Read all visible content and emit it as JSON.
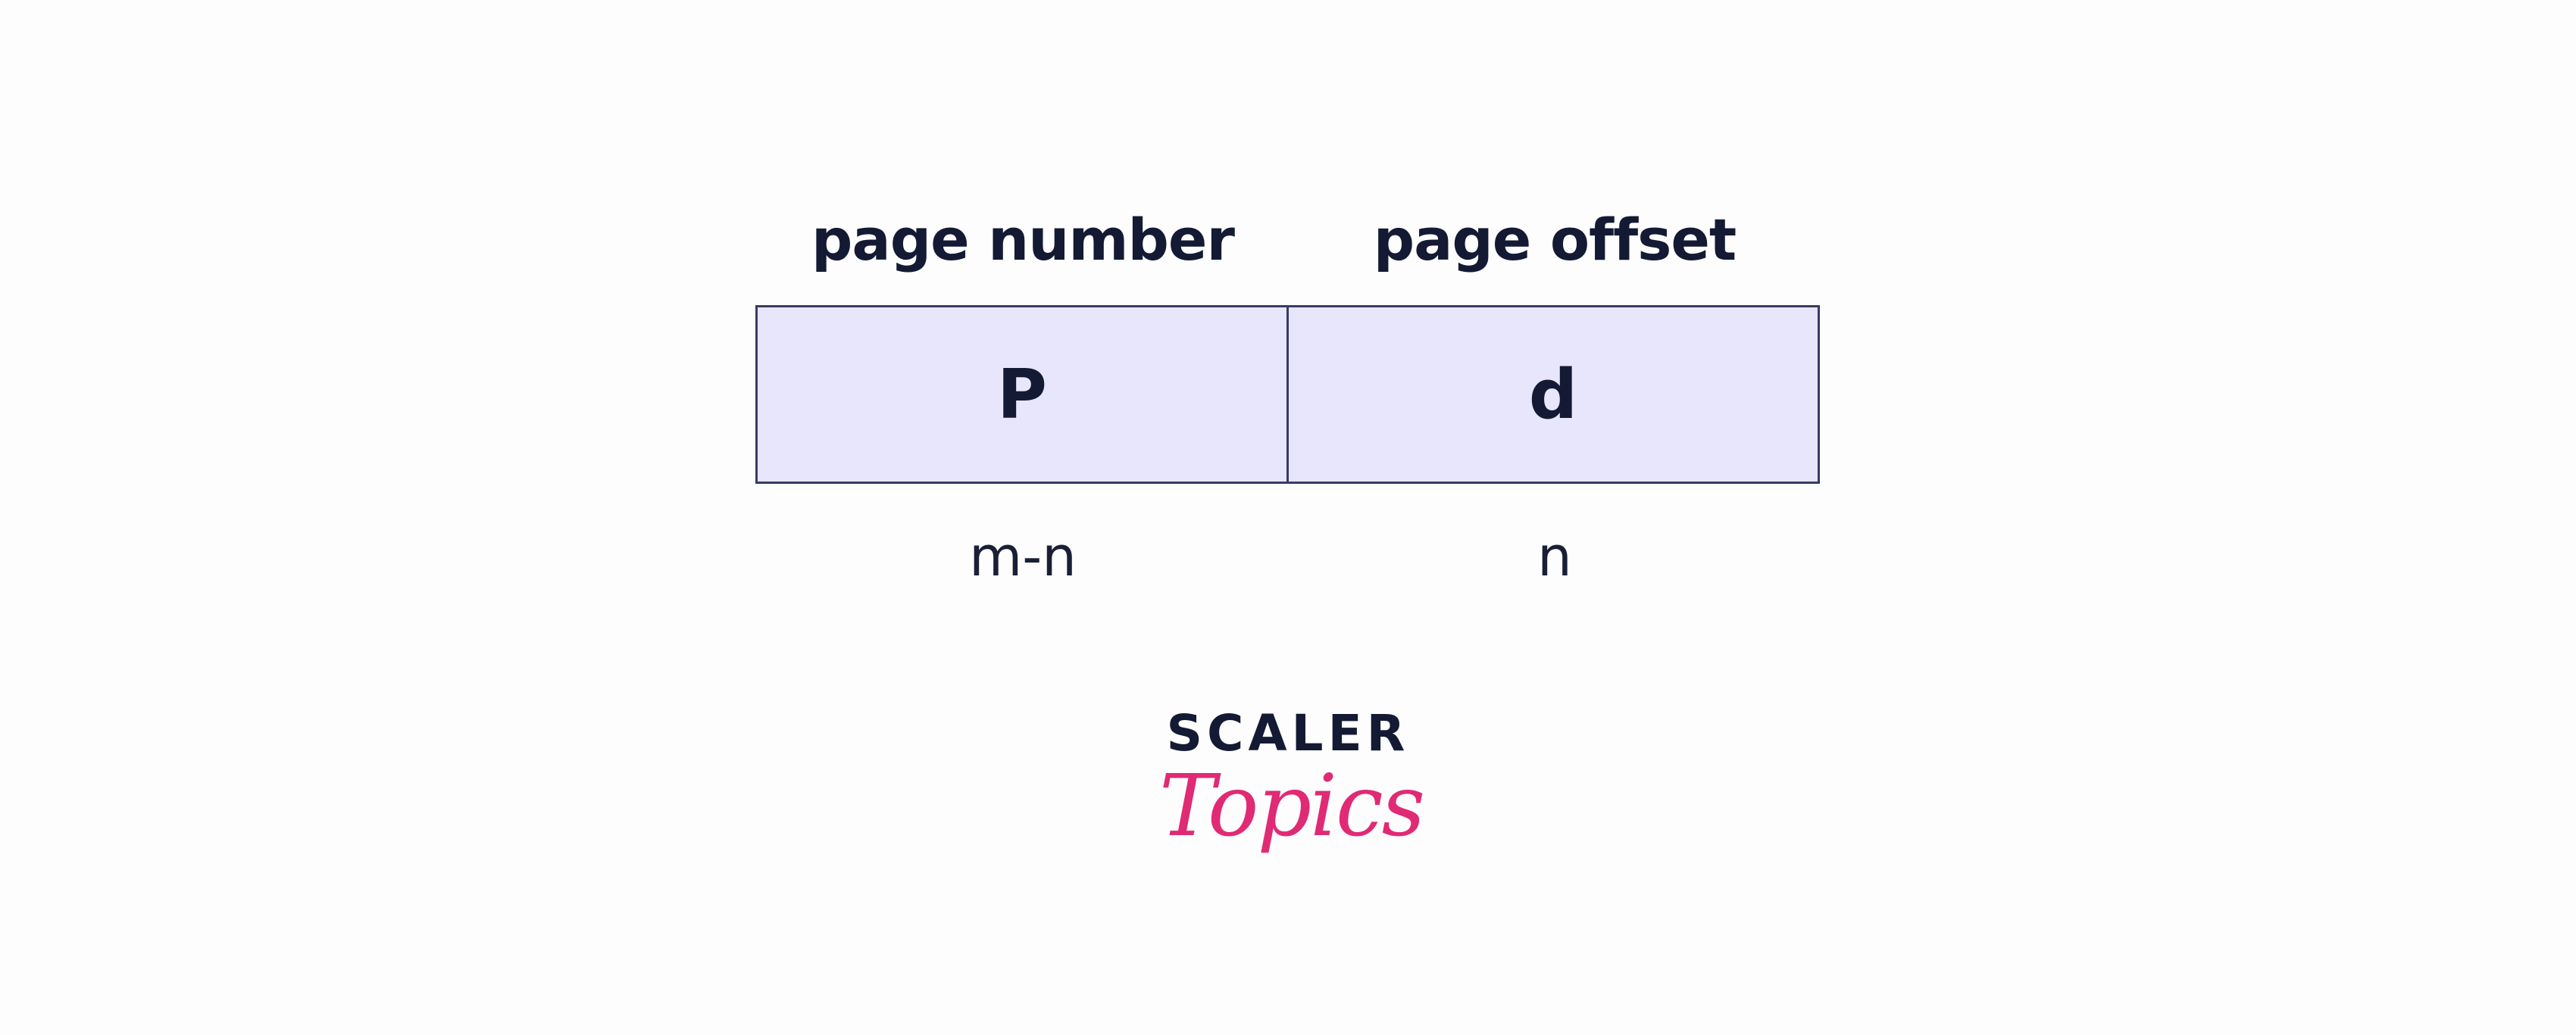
{
  "diagram": {
    "fields": [
      {
        "header": "page number",
        "symbol": "P",
        "bits": "m-n"
      },
      {
        "header": "page offset",
        "symbol": "d",
        "bits": "n"
      }
    ]
  },
  "logo": {
    "brand": "SCALER",
    "script": "Topics",
    "color_primary": "#141a33",
    "color_accent": "#e02a74"
  },
  "colors": {
    "box_fill": "#e8e6fd",
    "box_border": "#3a3a66"
  }
}
